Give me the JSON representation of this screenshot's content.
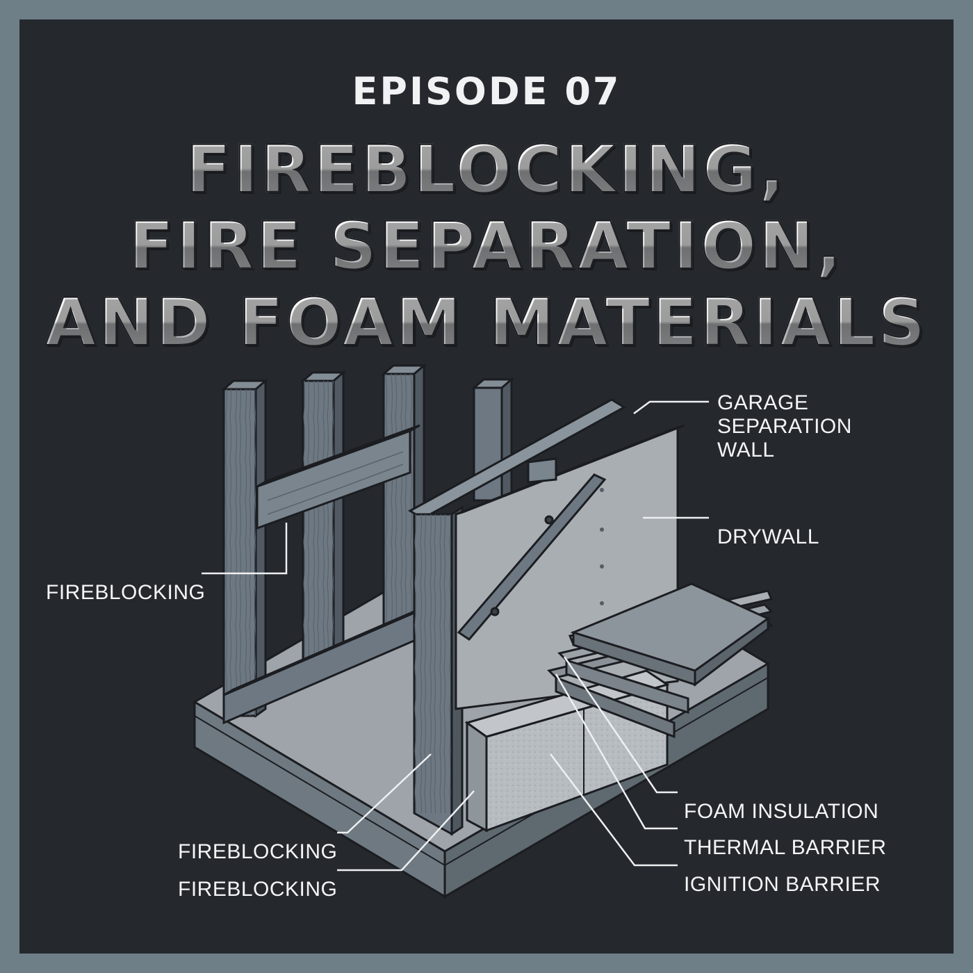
{
  "header": {
    "episode": "EPISODE 07",
    "title_lines": [
      "FIREBLOCKING,",
      "FIRE SEPARATION,",
      "AND FOAM MATERIALS"
    ]
  },
  "labels": {
    "garage_wall": "GARAGE SEPARATION WALL",
    "drywall": "DRYWALL",
    "fireblocking_left": "FIREBLOCKING",
    "fireblocking_bottom_1": "FIREBLOCKING",
    "fireblocking_bottom_2": "FIREBLOCKING",
    "foam_insulation": "FOAM INSULATION",
    "thermal_barrier": "THERMAL BARRIER",
    "ignition_barrier": "IGNITION BARRIER"
  },
  "colors": {
    "outer_border": "#6f7f88",
    "background": "#25282d",
    "text": "#f4f5f6",
    "wood": "#6b7680",
    "drywall": "#a6abb0",
    "floor": "#9aa0a6",
    "foam": "#b9bec3"
  }
}
